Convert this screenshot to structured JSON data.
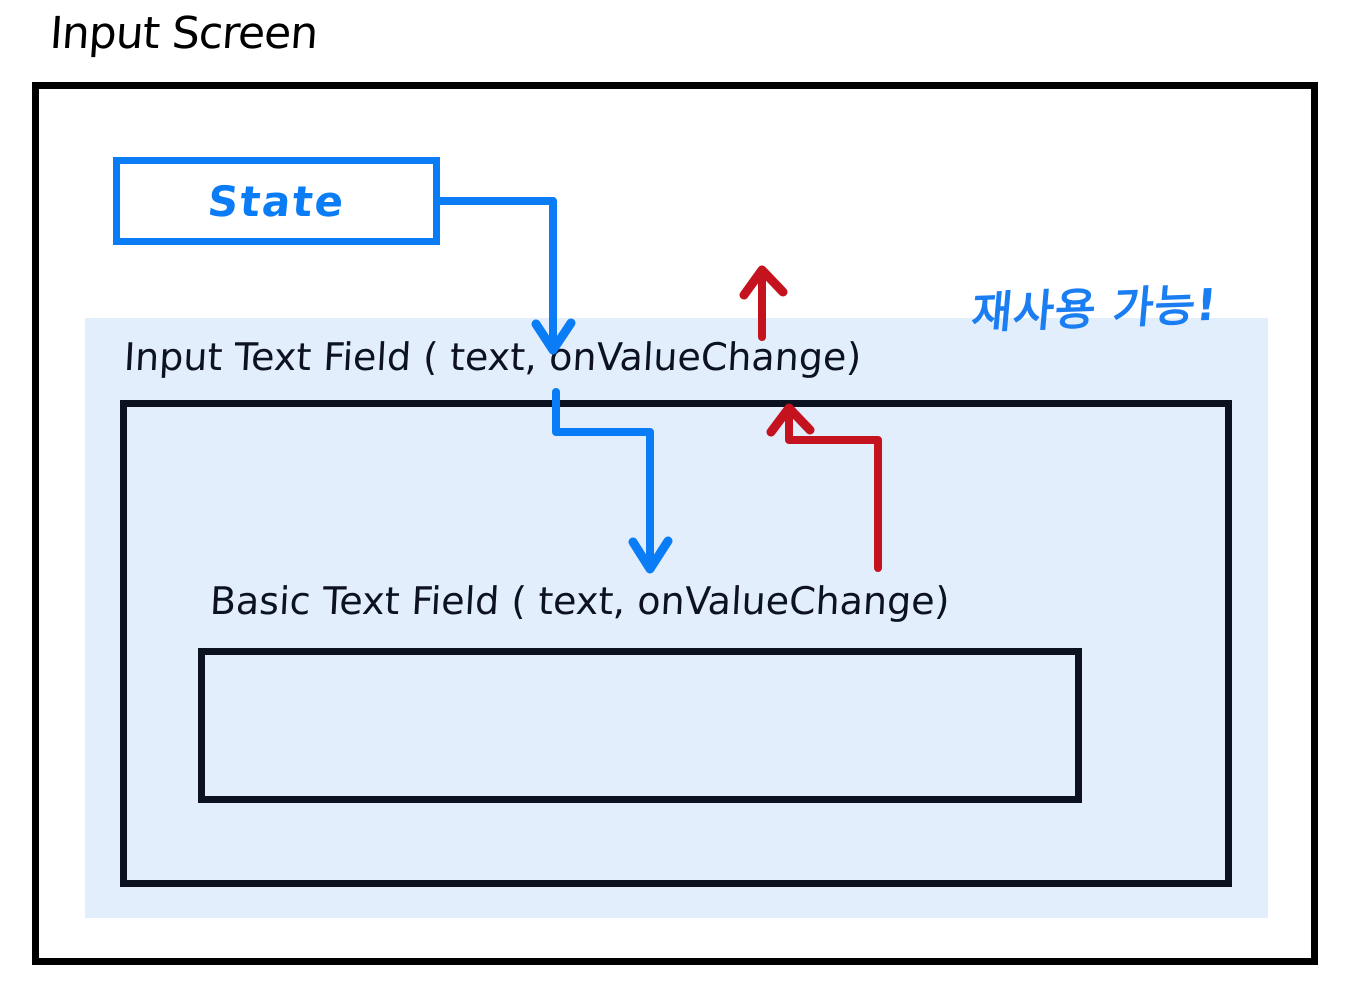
{
  "diagram": {
    "title": "Input Screen",
    "state_box": {
      "label": "State",
      "color": "#0a7cf5"
    },
    "input_text_field": {
      "label": "Input Text Field  ( text,  onValueChange)"
    },
    "basic_text_field": {
      "label": "Basic Text Field ( text,  onValueChange)"
    },
    "annotation": {
      "text": "재사용 가능!",
      "color": "#1a7df2"
    },
    "colors": {
      "blue": "#0a7cf5",
      "red": "#c4121f",
      "ink": "#0d1220",
      "region_bg": "#e3eefc",
      "frame": "#000000"
    },
    "arrows": [
      {
        "name": "state-to-input-text-field",
        "color": "#0a7cf5",
        "direction": "down",
        "from": "State",
        "to": "Input Text Field"
      },
      {
        "name": "input-text-field-callback-up",
        "color": "#c4121f",
        "direction": "up",
        "from": "Input Text Field",
        "to": "State"
      },
      {
        "name": "input-to-basic-text-field",
        "color": "#0a7cf5",
        "direction": "down",
        "from": "Input Text Field",
        "to": "Basic Text Field"
      },
      {
        "name": "basic-text-field-callback-up",
        "color": "#c4121f",
        "direction": "up",
        "from": "Basic Text Field",
        "to": "Input Text Field"
      }
    ]
  }
}
